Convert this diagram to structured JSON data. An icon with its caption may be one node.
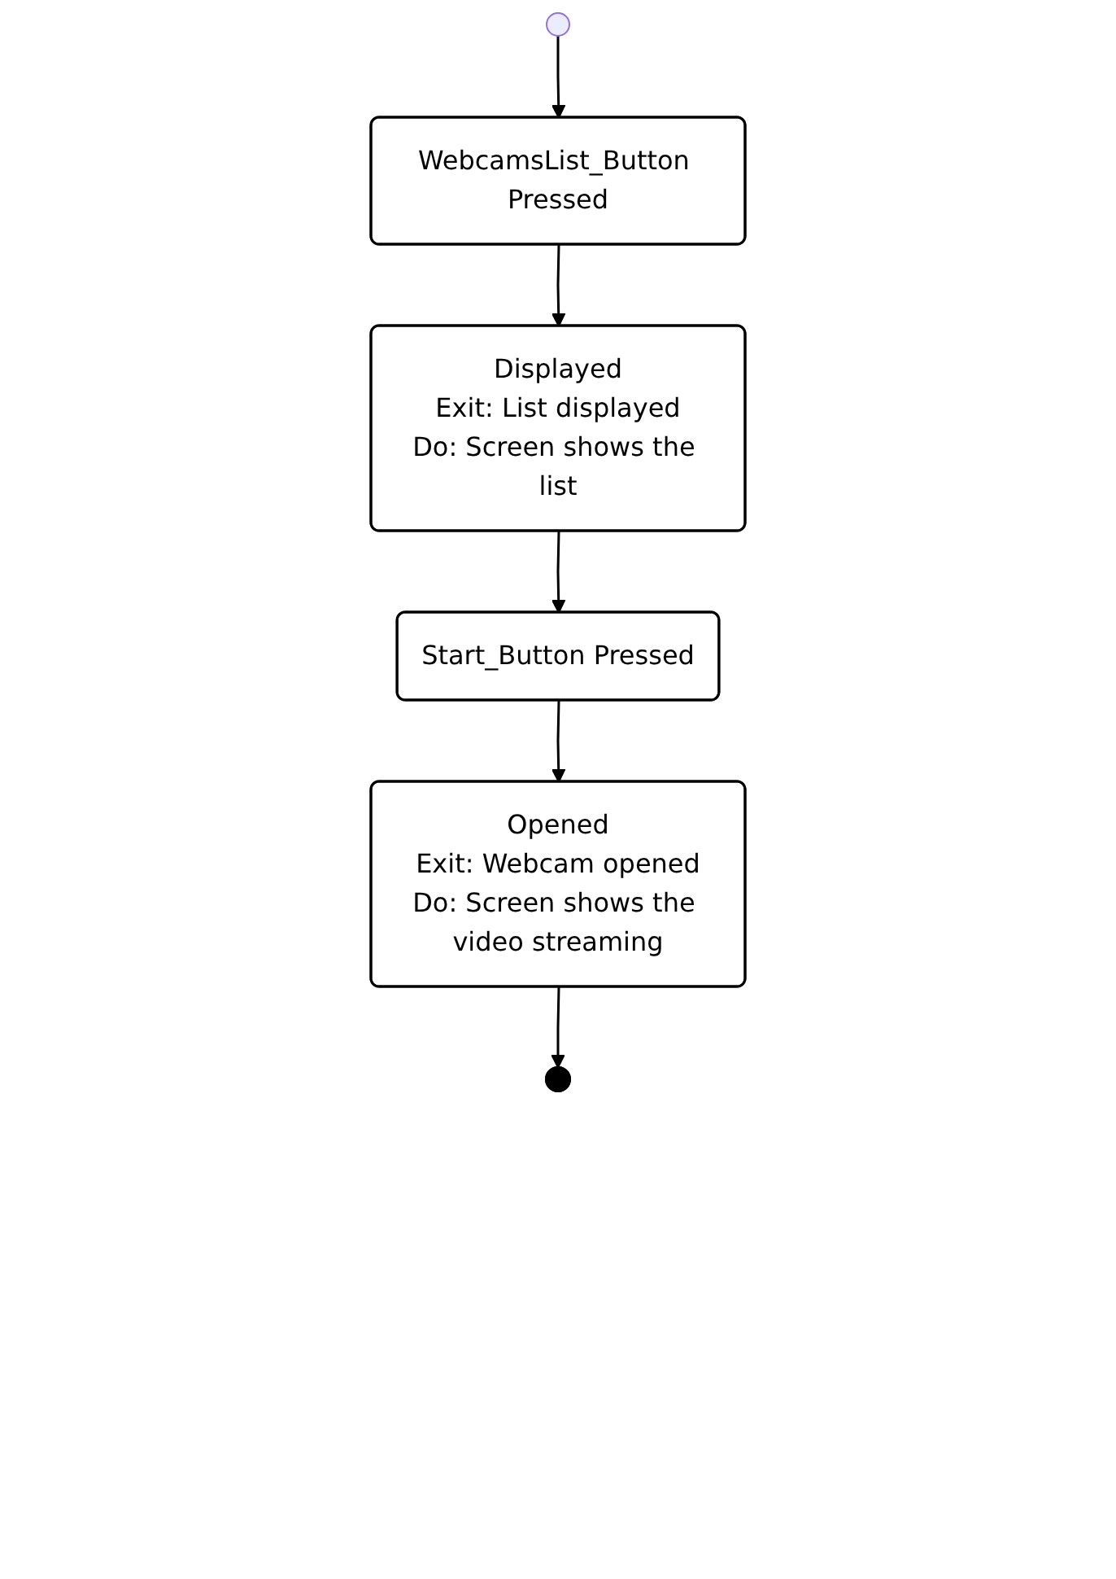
{
  "diagram": {
    "nodes": [
      {
        "text": [],
        "shape": "circle"
      },
      {
        "text": [
          "WebcamsList_Button Pressed"
        ]
      },
      {
        "text": [
          "Displayed",
          "Exit: List displayed",
          "Do: Screen shows the list"
        ]
      },
      {
        "text": [
          "Start_Button Pressed"
        ]
      },
      {
        "text": [
          "Opened",
          "Exit: Webcam opened",
          "Do: Screen shows the video streaming"
        ]
      },
      {
        "text": [],
        "shape": "bullseye"
      }
    ],
    "edges": [
      {
        "from": 0,
        "to": 1,
        "arrow": "to"
      },
      {
        "from": 1,
        "to": 2,
        "arrow": "to"
      },
      {
        "from": 2,
        "to": 3,
        "arrow": "to"
      },
      {
        "from": 3,
        "to": 4,
        "arrow": "to"
      },
      {
        "from": 4,
        "to": 5,
        "arrow": "to"
      }
    ]
  }
}
